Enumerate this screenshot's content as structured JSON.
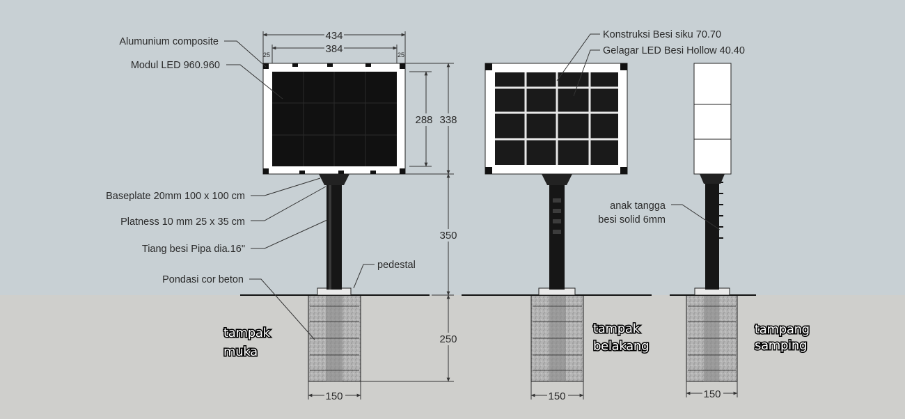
{
  "colors": {
    "sky": "#c8d0d4",
    "ground": "#cfcfcc",
    "screen": "#111111",
    "frame": "#ffffff",
    "concrete": "#a7a7a7"
  },
  "labels": {
    "aluminium": "Alumunium composite",
    "modul_led": "Modul LED 960.960",
    "baseplate": "Baseplate 20mm 100 x 100 cm",
    "platness": "Platness 10 mm 25 x 35 cm",
    "tiang": "Tiang besi Pipa dia.16\"",
    "pondasi": "Pondasi cor beton",
    "pedestal": "pedestal",
    "konstruksi": "Konstruksi Besi siku 70.70",
    "gelagar": "Gelagar LED Besi Hollow 40.40",
    "anak_tangga_1": "anak tangga",
    "anak_tangga_2": "besi solid 6mm"
  },
  "dimensions": {
    "outer_width": "434",
    "inner_width": "384",
    "edge_left": "25",
    "edge_right": "25",
    "inner_height": "288",
    "outer_height": "338",
    "pole_height": "350",
    "foundation_depth": "250",
    "foundation_width_front": "150",
    "foundation_width_back": "150",
    "foundation_width_side": "150"
  },
  "views": {
    "front_1": "tampak",
    "front_2": "muka",
    "back_1": "tampak",
    "back_2": "belakang",
    "side_1": "tampang",
    "side_2": "samping"
  }
}
